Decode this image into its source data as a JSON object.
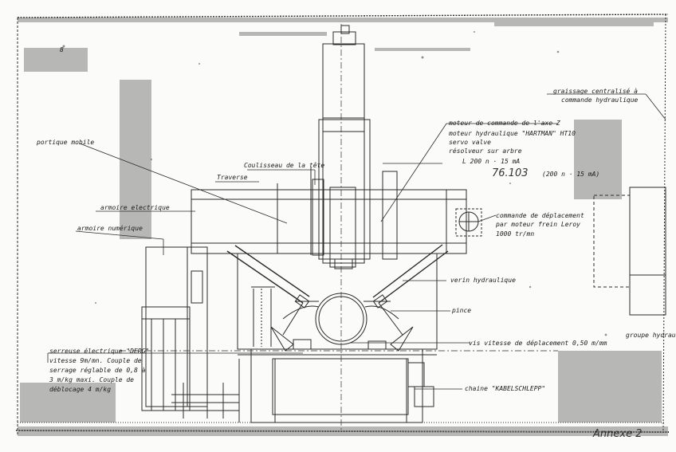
{
  "labels": {
    "portique": "portique mobile",
    "coulisseau": "Coulisseau de la tête",
    "traverse": "Traverse",
    "armoire_elec": "armoire electrique",
    "armoire_num": "armoire numérique",
    "moteur_1": "moteur de commande de l'axe Z",
    "moteur_2": "moteur hydraulique \"HARTMAN\" HT10",
    "moteur_3": "servo valve",
    "moteur_4": "résolveur sur arbre",
    "note_1": "L 200 n · 15 mA",
    "note_2": "76.103",
    "note_3": "(200 n · 15 mA)",
    "graissage_1": "graissage centralisé à",
    "graissage_2": "commande hydraulique",
    "commande_1": "commande de déplacement",
    "commande_2": "par moteur frein Leroy",
    "commande_3": "1000 tr/mn",
    "verin": "verin hydraulique",
    "pince": "pince",
    "vitesse_dep": "vis vitesse de déplacement 0,50 m/mm",
    "groupe": "groupe hydrau",
    "serreuse_1": "serreuse électrique \"DERG\"",
    "serreuse_2": "vitesse 9m/mn. Couple de",
    "serreuse_3": "serrage réglable de 0,8 à",
    "serreuse_4": "3 m/kg maxi. Couple de",
    "serreuse_5": "déblocage 4 m/kg",
    "chaine": "chaine \"KABELSCHLEPP\"",
    "annexe": "Annexe 2",
    "corner_mark": "8"
  }
}
